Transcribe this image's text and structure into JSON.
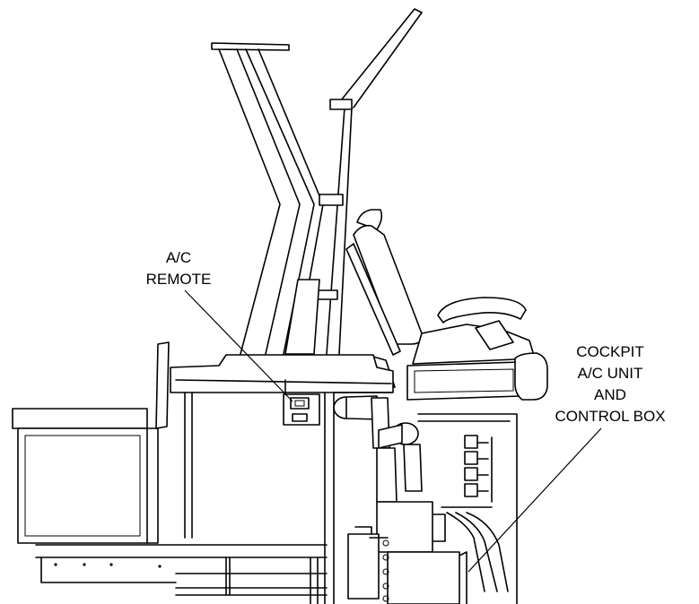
{
  "callouts": {
    "ac_remote": {
      "line1": "A/C",
      "line2": "REMOTE"
    },
    "cockpit_unit": {
      "line1": "COCKPIT",
      "line2": "A/C UNIT",
      "line3": "AND",
      "line4": "CONTROL BOX"
    }
  }
}
